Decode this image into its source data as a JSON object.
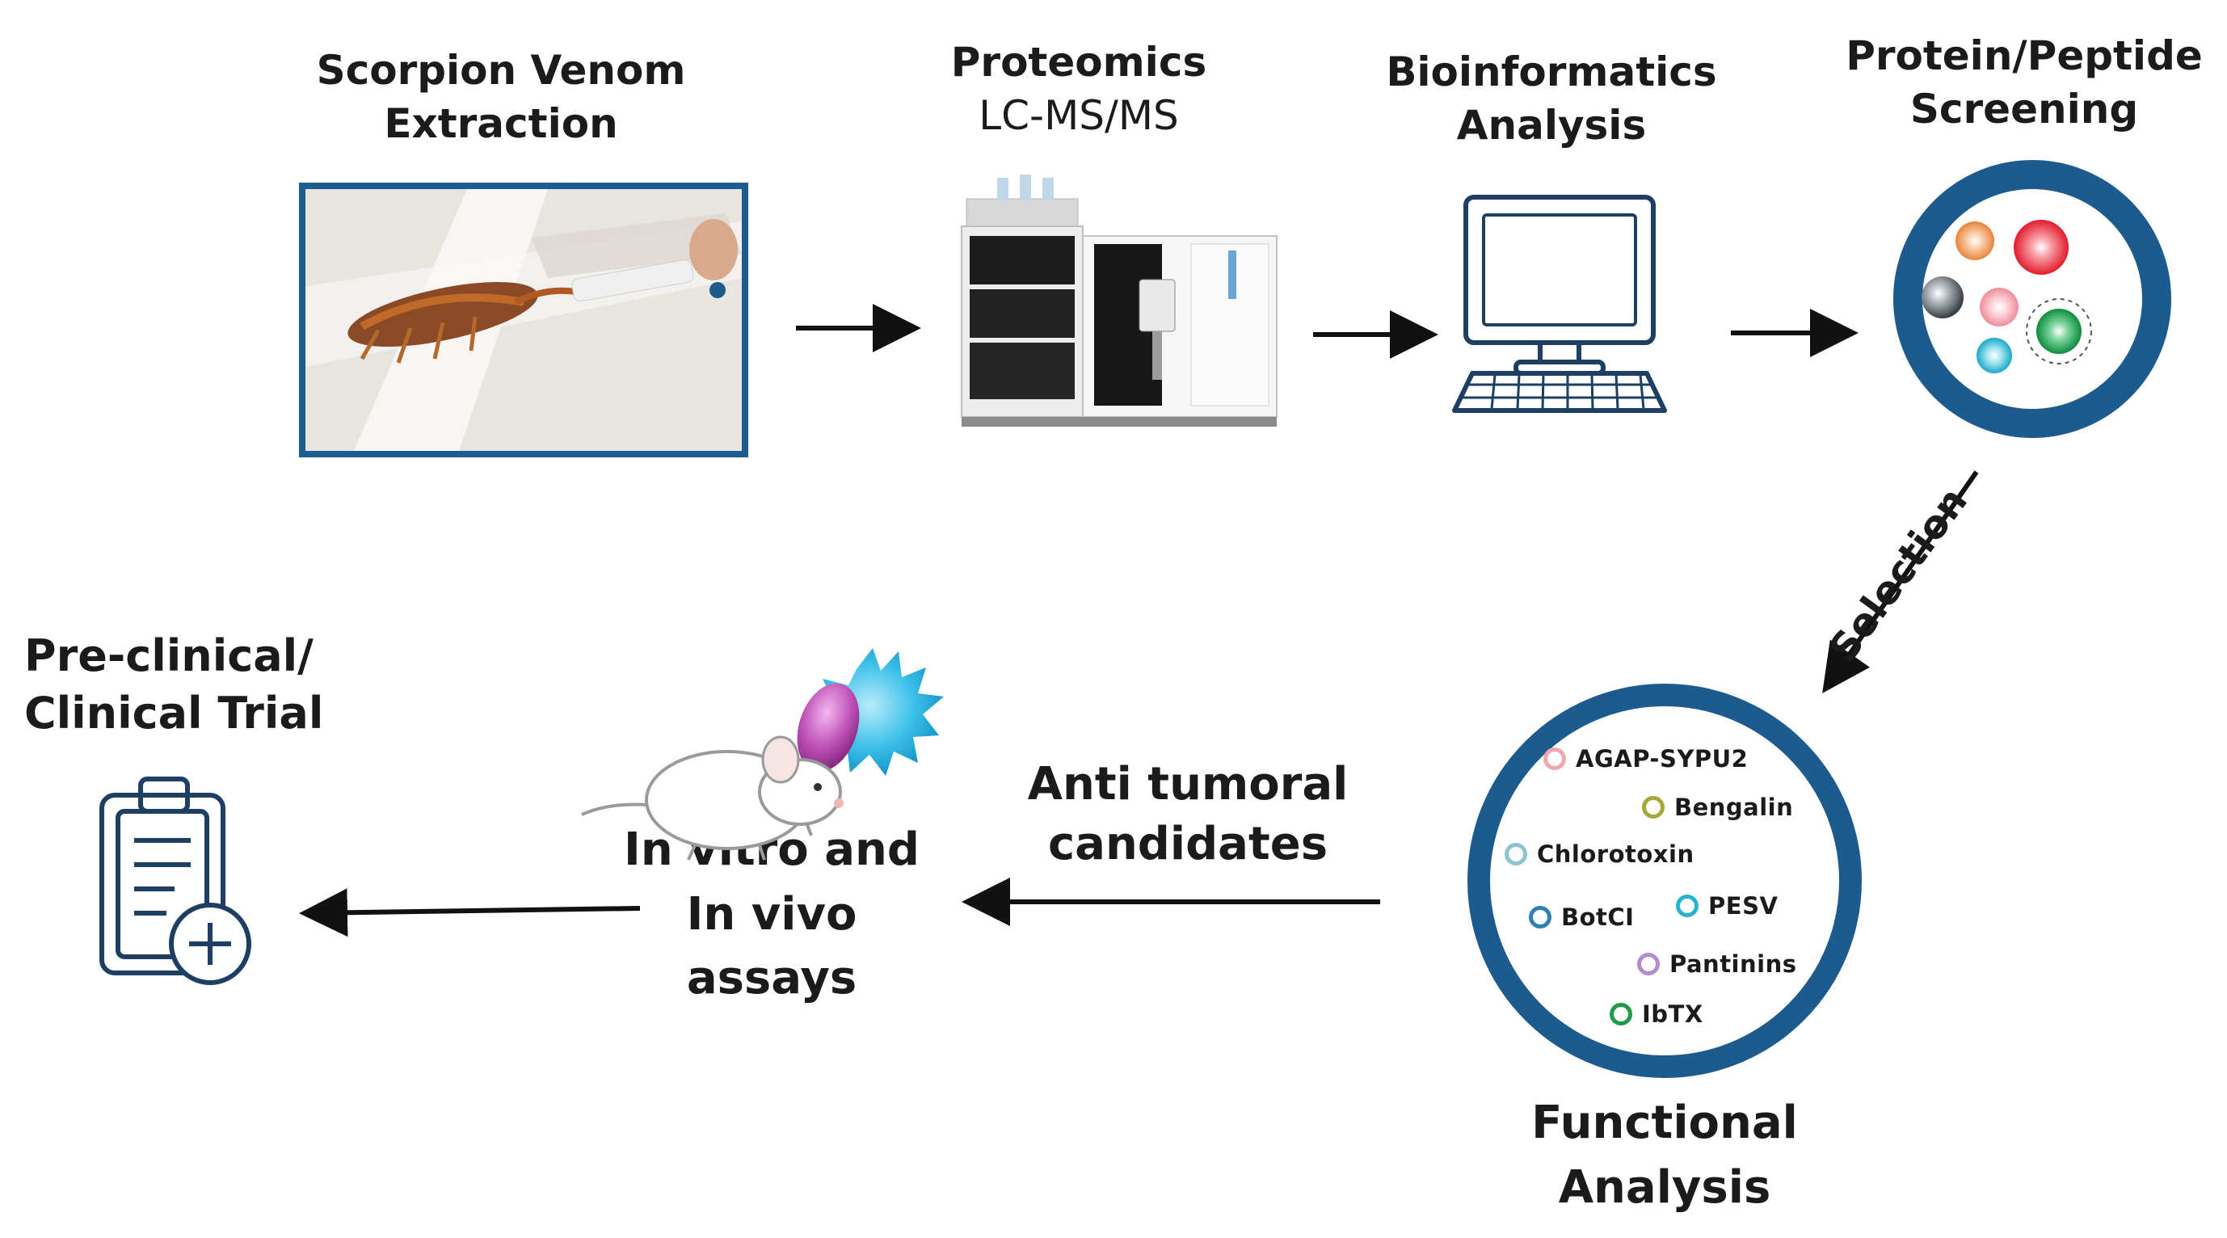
{
  "steps": {
    "extraction": {
      "line1": "Scorpion Venom",
      "line2": "Extraction"
    },
    "proteomics": {
      "line1": "Proteomics",
      "line2": "LC-MS/MS"
    },
    "bioinformatics": {
      "line1": "Bioinformatics",
      "line2": "Analysis"
    },
    "screening": {
      "line1": "Protein/Peptide",
      "line2": "Screening"
    },
    "selection": "Selection",
    "functional": {
      "line1": "Functional",
      "line2": "Analysis"
    },
    "candidates": {
      "line1": "Anti tumoral",
      "line2": "candidates"
    },
    "assays": {
      "line1": "In vitro and",
      "line2": "In vivo",
      "line3": "assays"
    },
    "trial": {
      "line1": "Pre-clinical/",
      "line2": "Clinical Trial"
    }
  },
  "candidates": [
    {
      "name": "AGAP-SYPU2",
      "color": "#f2a7ae"
    },
    {
      "name": "Bengalin",
      "color": "#a8a83a"
    },
    {
      "name": "Chlorotoxin",
      "color": "#8ec3d2"
    },
    {
      "name": "BotCI",
      "color": "#2e7fb8"
    },
    {
      "name": "PESV",
      "color": "#27b3cf"
    },
    {
      "name": "Pantinins",
      "color": "#b48ad0"
    },
    {
      "name": "IbTX",
      "color": "#1f9a48"
    }
  ],
  "colors": {
    "ring": "#1d5b8e",
    "arrow": "#111111"
  }
}
